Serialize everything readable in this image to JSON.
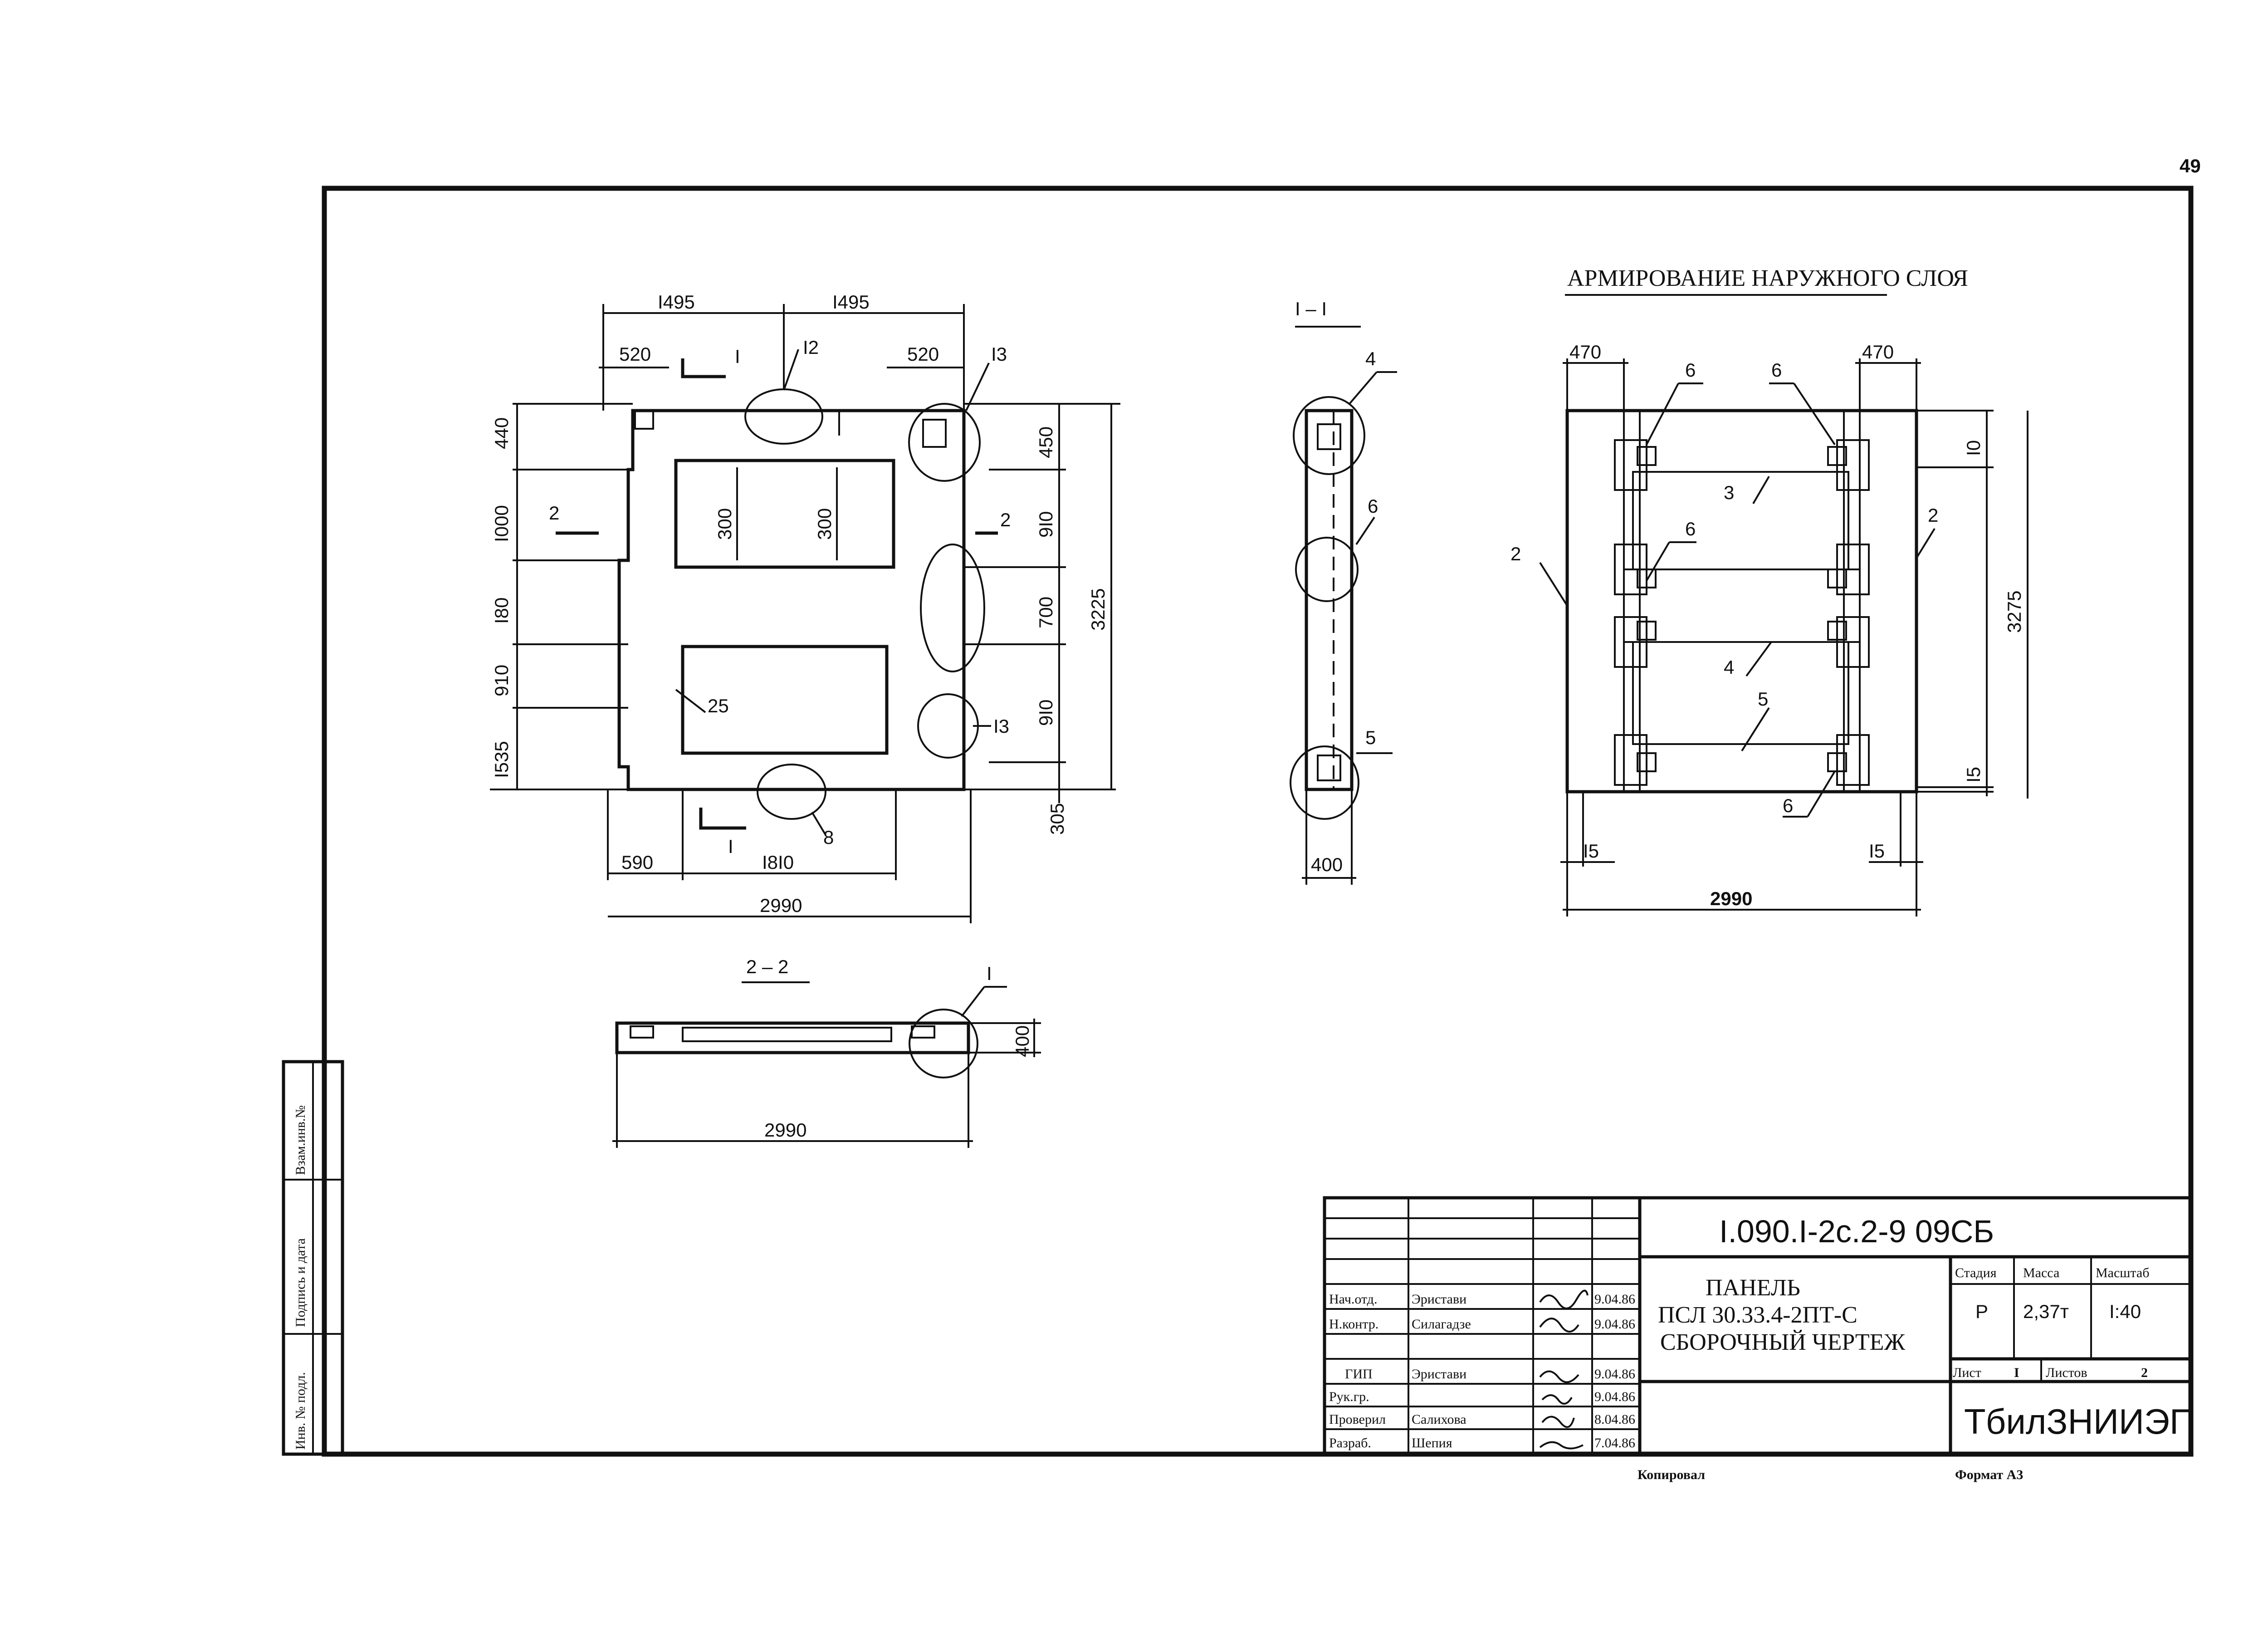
{
  "page_number": "49",
  "side_stamp": {
    "inv_orig": "Инв. № подл.",
    "sign_date": "Подпись и дата",
    "replace_inv": "Взам.инв.№"
  },
  "views": {
    "plan": {
      "dims_top": [
        "I495",
        "I495"
      ],
      "dims_second": [
        "520",
        "520"
      ],
      "left_dims": [
        "440",
        "I000",
        "I80",
        "910",
        "I535"
      ],
      "right_dims": [
        "450",
        "9I0",
        "700",
        "9I0",
        "305"
      ],
      "overall_height": "3225",
      "opening_dims": [
        "300",
        "300"
      ],
      "bottom_dims": [
        "590",
        "I8I0"
      ],
      "overall_width": "2990",
      "section_marks": [
        "I",
        "I",
        "2",
        "2"
      ],
      "callouts": [
        "I2",
        "I3",
        "25",
        "I3",
        "8"
      ]
    },
    "section_1_1": {
      "title": "I – I",
      "callouts": [
        "4",
        "6",
        "5"
      ],
      "width": "400"
    },
    "section_2_2": {
      "title": "2 – 2",
      "callout": "I",
      "height": "400",
      "width": "2990"
    },
    "reinforcement": {
      "title": "АРМИРОВАНИЕ НАРУЖНОГО СЛОЯ",
      "dims_top": [
        "470",
        "470"
      ],
      "callouts": [
        "6",
        "6",
        "3",
        "2",
        "2",
        "6",
        "4",
        "5",
        "6"
      ],
      "right_dims": [
        "I0",
        "3275",
        "I5"
      ],
      "bottom_dims": [
        "I5",
        "I5"
      ],
      "overall_width": "2990"
    }
  },
  "title_block": {
    "code": "I.090.I-2c.2-9   09СБ",
    "name_lines": [
      "ПАНЕЛЬ",
      "ПСЛ 30.33.4-2ПТ-С",
      "СБОРОЧНЫЙ ЧЕРТЕЖ"
    ],
    "stage_label": "Стадия",
    "mass_label": "Масса",
    "scale_label": "Масштаб",
    "stage": "Р",
    "mass": "2,37т",
    "scale": "I:40",
    "sheet_label": "Лист",
    "sheet": "I",
    "sheets_label": "Листов",
    "sheets": "2",
    "organization": "ТбилЗНИИЭП",
    "roles": [
      {
        "role": "Нач.отд.",
        "name": "Эристави",
        "date": "9.04.86"
      },
      {
        "role": "Н.контр.",
        "name": "Силагадзе",
        "date": "9.04.86"
      },
      {
        "role": "ГИП",
        "name": "Эристави",
        "date": "9.04.86"
      },
      {
        "role": "Рук.гр.",
        "name": "",
        "date": "9.04.86"
      },
      {
        "role": "Проверил",
        "name": "Салихова",
        "date": "8.04.86"
      },
      {
        "role": "Разраб.",
        "name": "Шепия",
        "date": "7.04.86"
      }
    ]
  },
  "footer": {
    "copied": "Копировал",
    "format": "Формат А3"
  }
}
